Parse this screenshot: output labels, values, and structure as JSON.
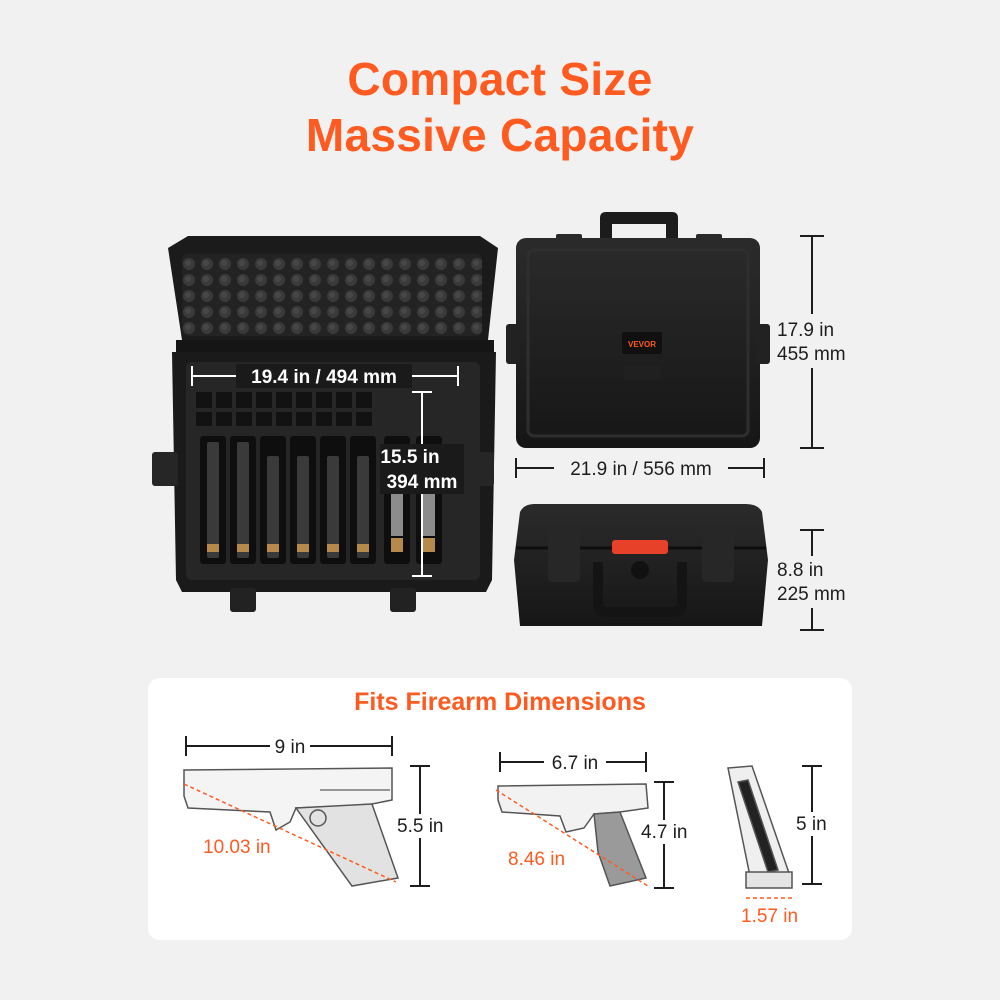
{
  "headline": {
    "line1": "Compact Size",
    "line2": "Massive Capacity"
  },
  "brand": "VEVOR",
  "case_dimensions": {
    "interior_width": "19.4 in / 494 mm",
    "interior_depth_in": "15.5 in",
    "interior_depth_mm": "394 mm",
    "exterior_height_in": "17.9 in",
    "exterior_height_mm": "455 mm",
    "exterior_width": "21.9 in / 556 mm",
    "exterior_thickness_in": "8.8 in",
    "exterior_thickness_mm": "225 mm"
  },
  "firearm_section": {
    "title": "Fits Firearm Dimensions",
    "pistol_large": {
      "length": "9 in",
      "height": "5.5 in",
      "diagonal": "10.03 in"
    },
    "pistol_compact": {
      "length": "6.7 in",
      "height": "4.7 in",
      "diagonal": "8.46 in"
    },
    "magazine": {
      "height": "5 in",
      "width": "1.57 in"
    }
  },
  "colors": {
    "accent": "#ff5a1f",
    "case": "#1f1f1f",
    "background": "#f1f1f1"
  }
}
